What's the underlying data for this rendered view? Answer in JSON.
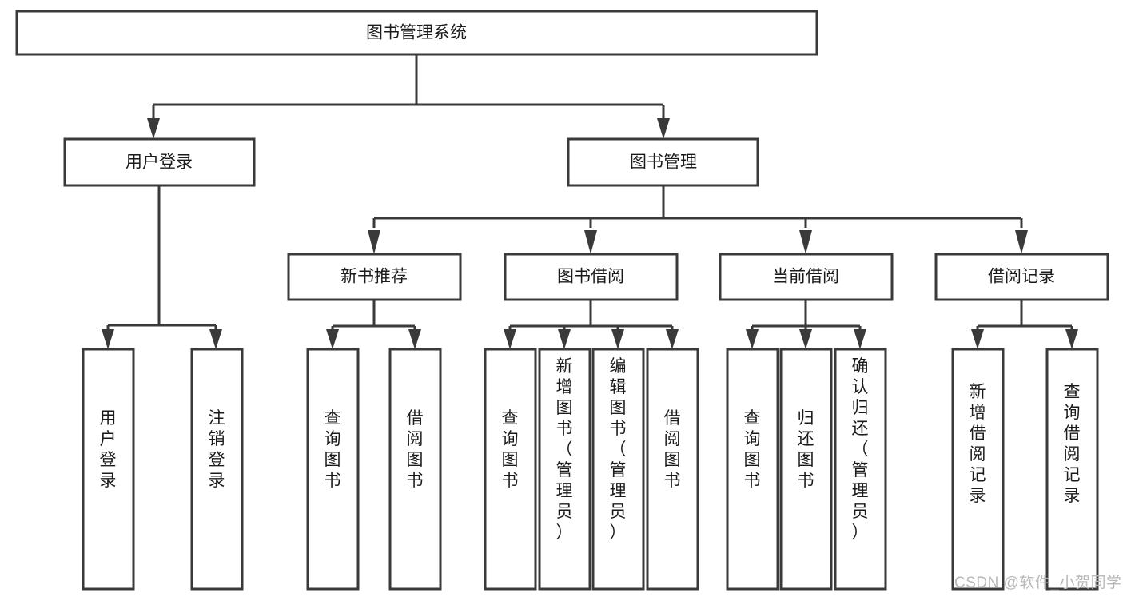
{
  "diagram": {
    "type": "hierarchy-tree",
    "title": "图书管理系统",
    "colors": {
      "box_stroke": "#3a3a3a",
      "box_fill": "#ffffff",
      "connector": "#3a3a3a",
      "text": "#1b1b1b",
      "watermark": "#b9b9b9",
      "background": "#ffffff"
    },
    "root": {
      "label": "图书管理系统"
    },
    "level2": [
      {
        "label": "用户登录"
      },
      {
        "label": "图书管理"
      }
    ],
    "level3": [
      {
        "label": "新书推荐",
        "parent": "图书管理"
      },
      {
        "label": "图书借阅",
        "parent": "图书管理"
      },
      {
        "label": "当前借阅",
        "parent": "图书管理"
      },
      {
        "label": "借阅记录",
        "parent": "图书管理"
      }
    ],
    "leaves": {
      "user_login": [
        {
          "label": "用户登录"
        },
        {
          "label": "注销登录"
        }
      ],
      "new_book_recommend": [
        {
          "label": "查询图书"
        },
        {
          "label": "借阅图书"
        }
      ],
      "book_borrow": [
        {
          "label": "查询图书"
        },
        {
          "label": "新增图书（管理员）"
        },
        {
          "label": "编辑图书（管理员）"
        },
        {
          "label": "借阅图书"
        }
      ],
      "current_borrow": [
        {
          "label": "查询图书"
        },
        {
          "label": "归还图书"
        },
        {
          "label": "确认归还（管理员）"
        }
      ],
      "borrow_records": [
        {
          "label": "新增借阅记录"
        },
        {
          "label": "查询借阅记录"
        }
      ]
    },
    "watermark": "CSDN @软件_小贺同学"
  }
}
